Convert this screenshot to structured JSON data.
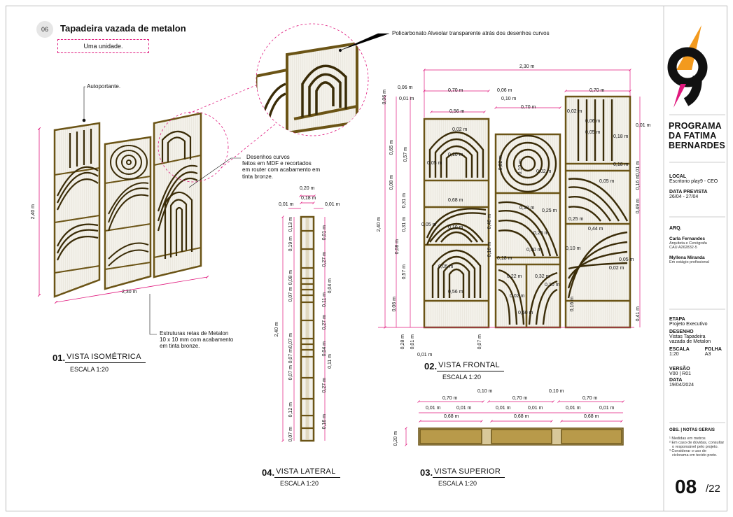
{
  "header": {
    "badge": "06",
    "title": "Tapadeira vazada de metalon",
    "quantity_note": "Uma unidade."
  },
  "notes": {
    "policarbonato": "Policarbonato Alveolar transparente atrás dos desenhos curvos",
    "autoportante": "Autoportante.",
    "desenhos_curvos": [
      "Desenhos curvos",
      "feitos em MDF e recortados",
      "em router com acabamento em",
      "tinta bronze."
    ],
    "estruturas": [
      "Estruturas retas de Metalon",
      "10 x 10 mm com acabamento",
      "em tinta bronze."
    ]
  },
  "views": {
    "iso": {
      "num": "01.",
      "title": "VISTA ISOMÉTRICA",
      "scale": "ESCALA 1:20"
    },
    "front": {
      "num": "02.",
      "title": "VISTA FRONTAL",
      "scale": "ESCALA 1:20"
    },
    "top": {
      "num": "03.",
      "title": "VISTA SUPERIOR",
      "scale": "ESCALA 1:20"
    },
    "side": {
      "num": "04.",
      "title": "VISTA LATERAL",
      "scale": "ESCALA 1:20"
    }
  },
  "dimensions": {
    "iso_height": "2,40 m",
    "iso_width": "2,30 m",
    "side": {
      "w020": "0,20 m",
      "w018": "0,18 m",
      "l001": "0,01 m",
      "r001": "0,01 m",
      "h240": "2,40 m",
      "left": [
        "0,13 m",
        "0,19 m",
        "0,08 m",
        "0,07 m",
        "0,07 m",
        "0,07 m",
        "0,07 m",
        "0,12 m",
        "0,07 m"
      ],
      "right": [
        "0,01 m",
        "0,27 m",
        "0,04 m",
        "0,11 m",
        "0,27 m",
        "0,04 m",
        "0,11 m",
        "0,27 m",
        "0,16 m"
      ]
    },
    "front": {
      "total": "2,30 m",
      "p1": "0,70 m",
      "p2": "0,70 m",
      "p3": "0,70 m",
      "g006a": "0,06 m",
      "g006b": "0,06 m",
      "g001": "0,01 m",
      "g010": "0,10 m",
      "w056": "0,56 m",
      "w070": "0,70 m",
      "h240": "2,40 m",
      "leftA": [
        "0,06 m",
        "0,65 m",
        "0,08 m",
        "0,31 m",
        "0,31 m",
        "0,08 m",
        "0,57 m",
        "0,06 m"
      ],
      "leftB": [
        "0,57 m"
      ],
      "bottom": [
        "0,28 m",
        "0,01 m",
        "0,01 m",
        "0,07 m"
      ],
      "inner": [
        "0,02 m",
        "0,10 m",
        "0,05 m",
        "0,68 m",
        "0,05 m",
        "0,10 m",
        "0,05 m",
        "0,56 m",
        "0,62 m",
        "0,10 m",
        "0,02 m",
        "0,46 m",
        "0,16 m",
        "0,10 m",
        "0,25 m",
        "0,25 m",
        "0,50 m",
        "0,18 m",
        "0,22 m",
        "0,32 m",
        "0,10 m",
        "0,02 m",
        "0,60 m",
        "0,02 m",
        "0,06 m",
        "0,05 m",
        "0,18 m",
        "0,18 m",
        "0,01 m",
        "0,05 m",
        "0,25 m",
        "0,44 m",
        "0,10 m",
        "0,05 m",
        "0,02 m",
        "0,16 m"
      ],
      "right": [
        "0,01 m",
        "0,16 m",
        "0,49 m",
        "0,41 m"
      ]
    },
    "top": {
      "p1": "0,70 m",
      "p2": "0,70 m",
      "p3": "0,70 m",
      "g1": "0,10 m",
      "g2": "0,10 m",
      "s": [
        "0,01 m",
        "0,01 m",
        "0,01 m",
        "0,01 m",
        "0,01 m",
        "0,01 m"
      ],
      "i": [
        "0,68 m",
        "0,68 m",
        "0,68 m"
      ],
      "h": "0,20 m"
    }
  },
  "panel": {
    "program": [
      "PROGRAMA",
      "DA FATIMA",
      "BERNARDES"
    ],
    "local_label": "LOCAL",
    "local_value": "Escritorio play9 - CEO",
    "data_prevista_label": "DATA PREVISTA",
    "data_prevista_value": "26/04 - 27/04",
    "arq_label": "ARQ.",
    "arq1_name": "Carla Fernandes",
    "arq1_role1": "Arquiteta e Cenógrafa",
    "arq1_role2": "CAU A262832-5",
    "arq2_name": "Myllena Miranda",
    "arq2_role": "Em estágio profissional",
    "etapa_label": "ETAPA",
    "etapa_value": "Projeto Executivo",
    "desenho_label": "DESENHO",
    "desenho_value1": "Vistas Tapadeira",
    "desenho_value2": "vazada de Metalon",
    "escala_label": "ESCALA",
    "escala_value": "1:20",
    "folha_label": "FOLHA",
    "folha_value": "A3",
    "versao_label": "VERSÃO",
    "versao_value": "V00 | R01",
    "data_label": "DATA",
    "data_value": "19/04/2024",
    "obs_label": "OBS. | NOTAS GERAIS",
    "obs": [
      "¹ Medidas em metros",
      "² Em caso de dúvidas, consultar",
      "o responsável pelo projeto.",
      "³ Considerar o uso de",
      "ciclorama em tecido preto."
    ],
    "sheet": "08",
    "sheet_total": "/22"
  },
  "colors": {
    "accent": "#e0187d",
    "bronze": "#8a6a1e",
    "orange": "#f39a1e",
    "logo_dark": "#111111"
  },
  "icons": [
    "play9-logo"
  ]
}
